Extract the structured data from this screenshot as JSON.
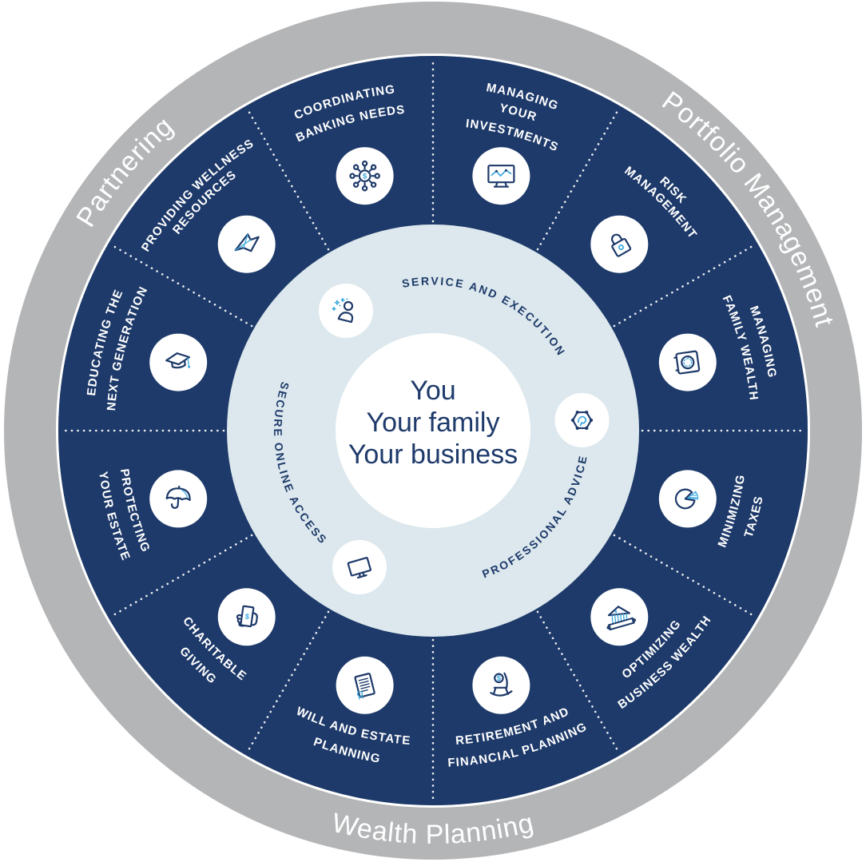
{
  "diagram": {
    "center": {
      "lines": [
        "You",
        "Your family",
        "Your business"
      ]
    },
    "inner_ring": {
      "labels": [
        {
          "text": "SERVICE AND EXECUTION",
          "icon": "person-stars-icon"
        },
        {
          "text": "PROFESSIONAL ADVICE",
          "icon": "hexagon-network-icon"
        },
        {
          "text": "SECURE ONLINE ACCESS",
          "icon": "monitor-icon"
        }
      ]
    },
    "segments": [
      {
        "id": "managing-your-investments",
        "lines": [
          "MANAGING",
          "YOUR",
          "INVESTMENTS"
        ],
        "icon": "investment-chart-monitor-icon"
      },
      {
        "id": "risk-management",
        "lines": [
          "RISK",
          "MANAGEMENT"
        ],
        "icon": "padlock-icon"
      },
      {
        "id": "managing-family-wealth",
        "lines": [
          "MANAGING",
          "FAMILY WEALTH"
        ],
        "icon": "safe-icon"
      },
      {
        "id": "minimizing-taxes",
        "lines": [
          "MINIMIZING",
          "TAXES"
        ],
        "icon": "pie-chart-icon"
      },
      {
        "id": "optimizing-business-wealth",
        "lines": [
          "OPTIMIZING",
          "BUSINESS WEALTH"
        ],
        "icon": "bank-building-icon"
      },
      {
        "id": "retirement-and-financial-planning",
        "lines": [
          "RETIREMENT AND",
          "FINANCIAL PLANNING"
        ],
        "icon": "rocking-chair-icon"
      },
      {
        "id": "will-and-estate-planning",
        "lines": [
          "WILL AND ESTATE",
          "PLANNING"
        ],
        "icon": "document-seal-icon"
      },
      {
        "id": "charitable-giving",
        "lines": [
          "CHARITABLE",
          "GIVING"
        ],
        "icon": "hand-money-icon"
      },
      {
        "id": "protecting-your-estate",
        "lines": [
          "PROTECTING",
          "YOUR ESTATE"
        ],
        "icon": "umbrella-icon"
      },
      {
        "id": "educating-the-next-generation",
        "lines": [
          "EDUCATING THE",
          "NEXT GENERATION"
        ],
        "icon": "graduation-cap-icon"
      },
      {
        "id": "providing-wellness-resources",
        "lines": [
          "PROVIDING WELLNESS",
          "RESOURCES"
        ],
        "icon": "origami-bird-icon"
      },
      {
        "id": "coordinating-banking-needs",
        "lines": [
          "COORDINATING",
          "BANKING NEEDS"
        ],
        "icon": "network-hub-dollar-icon"
      }
    ],
    "outer_ring": {
      "top_left": "Partnering",
      "top_right": "Portfolio Management",
      "bottom": "Wealth Planning"
    },
    "glyphs": {
      "dollar": "$"
    },
    "colors": {
      "navy": "#1e3a6a",
      "ring_gray": "#b4b5b7",
      "inner_light": "#dce8ed",
      "accent_cyan": "#3fabdf",
      "icon_bg": "#ffffff",
      "label_white": "#ffffff"
    }
  }
}
